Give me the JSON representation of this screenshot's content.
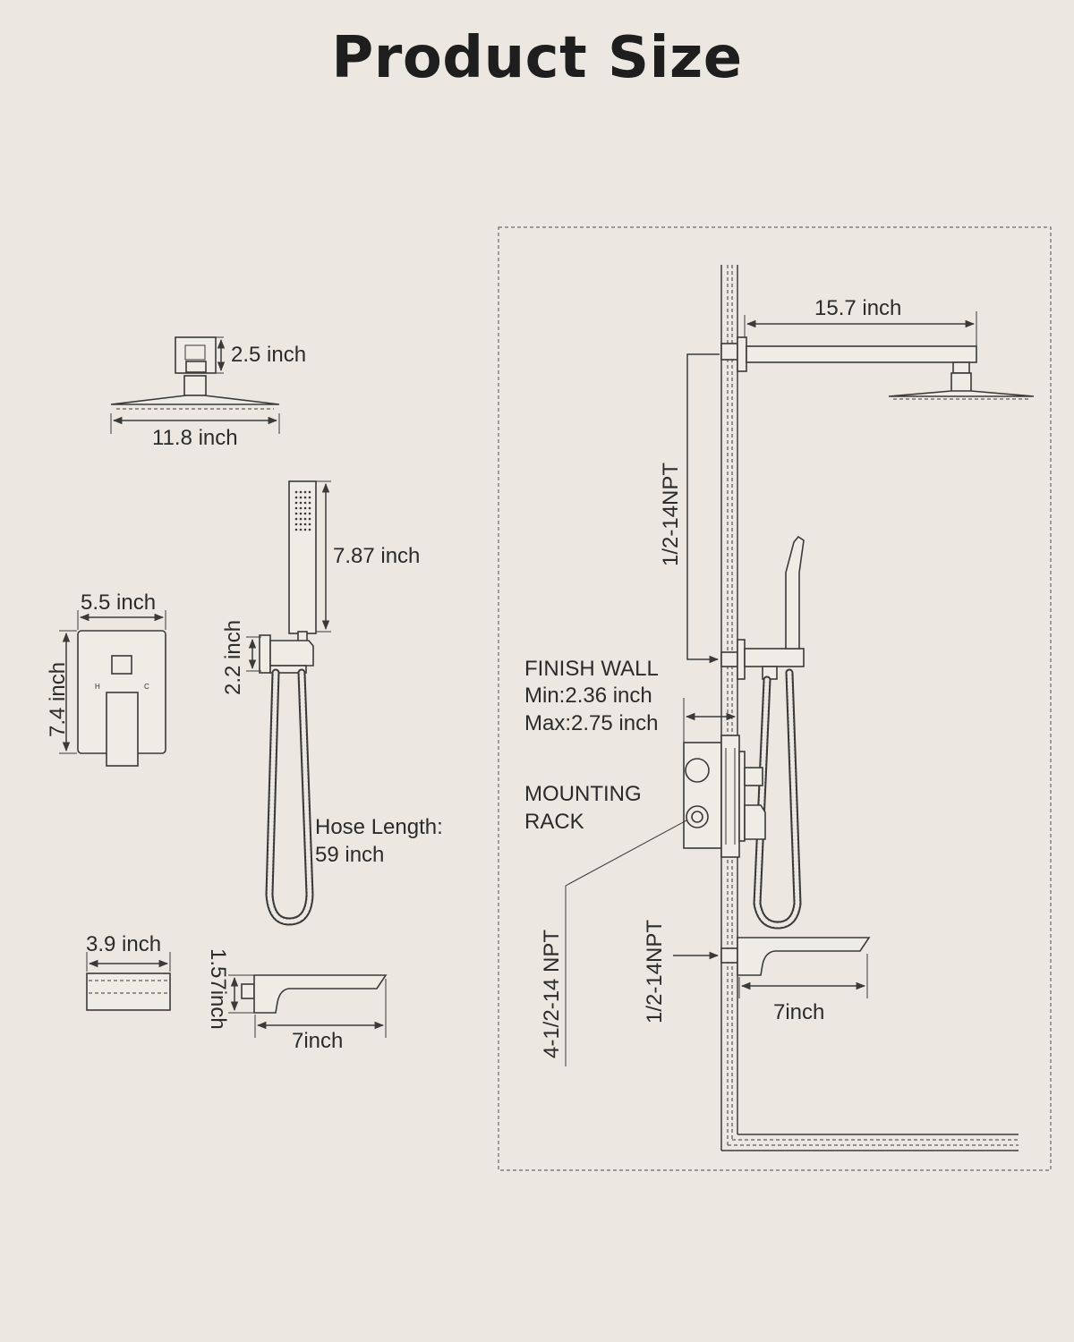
{
  "title": "Product Size",
  "left": {
    "showerhead_height": "2.5 inch",
    "showerhead_width": "11.8 inch",
    "handheld_length": "7.87 inch",
    "holder_height": "2.2 inch",
    "hose_label_line1": "Hose Length:",
    "hose_label_line2": "59 inch",
    "valve_width": "5.5 inch",
    "valve_height": "7.4 inch",
    "valve_hot": "H",
    "valve_cold": "C",
    "spout_top_width": "3.9 inch",
    "spout_height": "1.57inch",
    "spout_length": "7inch"
  },
  "right": {
    "arm_length": "15.7 inch",
    "upper_thread": "1/2-14NPT",
    "finish_wall_title": "FINISH WALL",
    "finish_wall_min": "Min:2.36 inch",
    "finish_wall_max": "Max:2.75 inch",
    "mounting_rack_line1": "MOUNTING",
    "mounting_rack_line2": "RACK",
    "rack_thread": "4-1/2-14 NPT",
    "lower_thread": "1/2-14NPT",
    "spout_length": "7inch"
  }
}
